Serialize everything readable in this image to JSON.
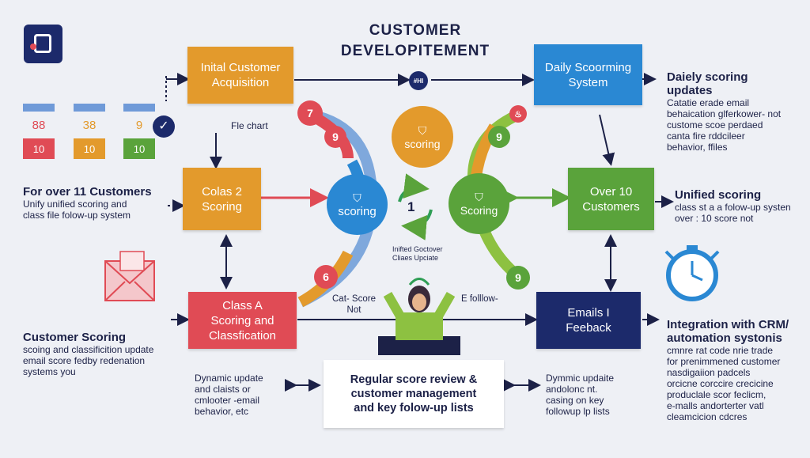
{
  "title_line1": "CUSTOMER",
  "title_line2": "DEVELOPITEMENT",
  "boxes": {
    "initial": {
      "line1": "Inital Customer",
      "line2": "Acquisition",
      "color": "#e39a2c"
    },
    "daily": {
      "line1": "Daily Scoorming",
      "line2": "System",
      "color": "#2a88d3"
    },
    "colas": {
      "line1": "Colas 2",
      "line2": "Scoring",
      "color": "#e39a2c"
    },
    "over10": {
      "line1": "Over 10",
      "line2": "Customers",
      "color": "#5aa33b"
    },
    "classA": {
      "line1": "Class A",
      "line2": "Scoring and",
      "line3": "Classfication",
      "color": "#e04b55"
    },
    "emails": {
      "line1": "Emails I",
      "line2": "Feeback",
      "color": "#1c2a6b"
    },
    "review": {
      "line1": "Regular score review &",
      "line2": "customer management",
      "line3": "and key folow-up lists"
    }
  },
  "circles": {
    "left": "scoring",
    "top": "scoring",
    "right": "Scoring",
    "center_number": "1"
  },
  "badges": {
    "b7": "7",
    "b9a": "9",
    "b6": "6",
    "s9": "9",
    "s9b": "9",
    "hash": "#HI"
  },
  "mini_cards": [
    {
      "top": "88",
      "bottom": "10",
      "bar_color": "#6f9ad8",
      "num_color": "#e04b55",
      "color": "#e04b55"
    },
    {
      "top": "38",
      "bottom": "10",
      "bar_color": "#6f9ad8",
      "num_color": "#e39a2c",
      "color": "#e39a2c"
    },
    {
      "top": "9",
      "bottom": "10",
      "bar_color": "#6f9ad8",
      "num_color": "#e39a2c",
      "color": "#5aa33b"
    }
  ],
  "labels": {
    "file_chart": "Fle chart",
    "center_small1": "Inifted Goctover",
    "center_small2": "Cliaes Upciate",
    "cat_score1": "Cat- Score",
    "cat_score2": "Not",
    "e_follow": "E folllow-"
  },
  "left_notes": {
    "over11_head": "For over 11 Customers",
    "over11_l1": "Unify unified scoring and",
    "over11_l2": "class file folow-up  system",
    "scoring_head": "Customer  Scoring",
    "scoring_l1": "scoing and classificition update",
    "scoring_l2": "email score fedby redenation",
    "scoring_l3": "systems  you",
    "dyn_l1": "Dynamic update",
    "dyn_l2": "and claists or",
    "dyn_l3": "cmlooter  -email",
    "dyn_l4": "behavior, etc"
  },
  "right_notes": {
    "daily_head1": "Daiely scoring",
    "daily_head2": "updates",
    "daily_l1": "Catatie   erade email",
    "daily_l2": "behaication glferkower- not",
    "daily_l3": "custome scoe perdaed",
    "daily_l4": "canta fire rddcileer",
    "daily_l5": "behavior, ffiles",
    "unified_head": "Unified scoring",
    "unified_l1": "class st a a folow-up systen",
    "unified_l2": "over : 10 score not",
    "crm_head1": "Integration with CRM/",
    "crm_head2": "automation systonis",
    "crm_l1": "cmnre rat code nrie trade",
    "crm_l2": "for prenimmened customer",
    "crm_l3": "nasdigaiion padcels",
    "crm_l4": "orcicne  corccire crecicine",
    "crm_l5": "produclale scor feclicm,",
    "crm_l6": "e-malls andorterter vatl",
    "crm_l7": "cleamcicion cdcres",
    "dym_l1": "Dymmic updaite",
    "dym_l2": "andolonc nt.",
    "dym_l3": "casing on key",
    "dym_l4": "followup lp lists"
  },
  "colors": {
    "navy": "#1c2147",
    "orange": "#e39a2c",
    "blue": "#2a88d3",
    "green": "#5aa33b",
    "red": "#e04b55",
    "bg": "#eef0f5"
  }
}
